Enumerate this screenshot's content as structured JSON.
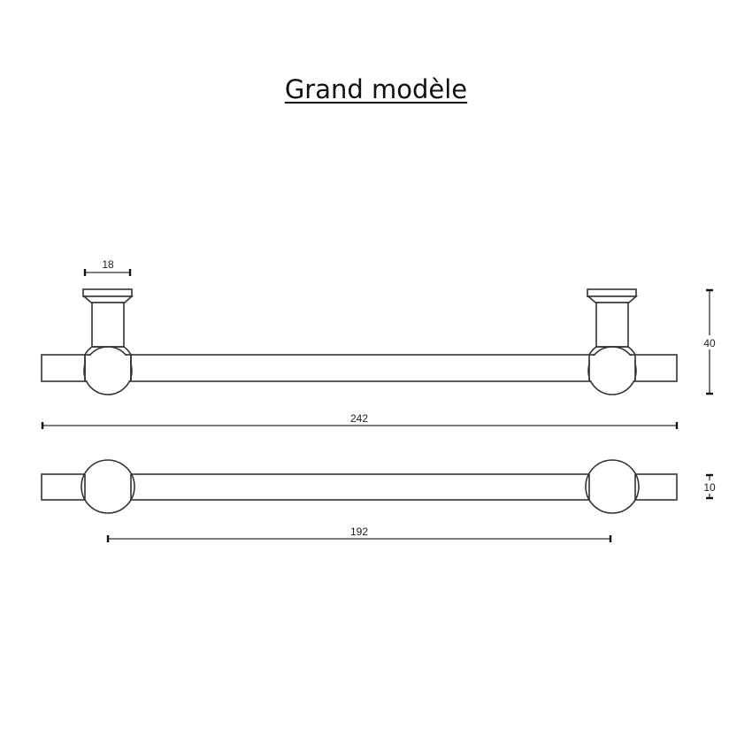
{
  "title": "Grand modèle",
  "dimensions": {
    "post_width": "18",
    "height": "40",
    "overall_length": "242",
    "bar_thickness": "10",
    "center_distance": "192"
  },
  "colors": {
    "stroke": "#333333",
    "background": "#ffffff"
  }
}
